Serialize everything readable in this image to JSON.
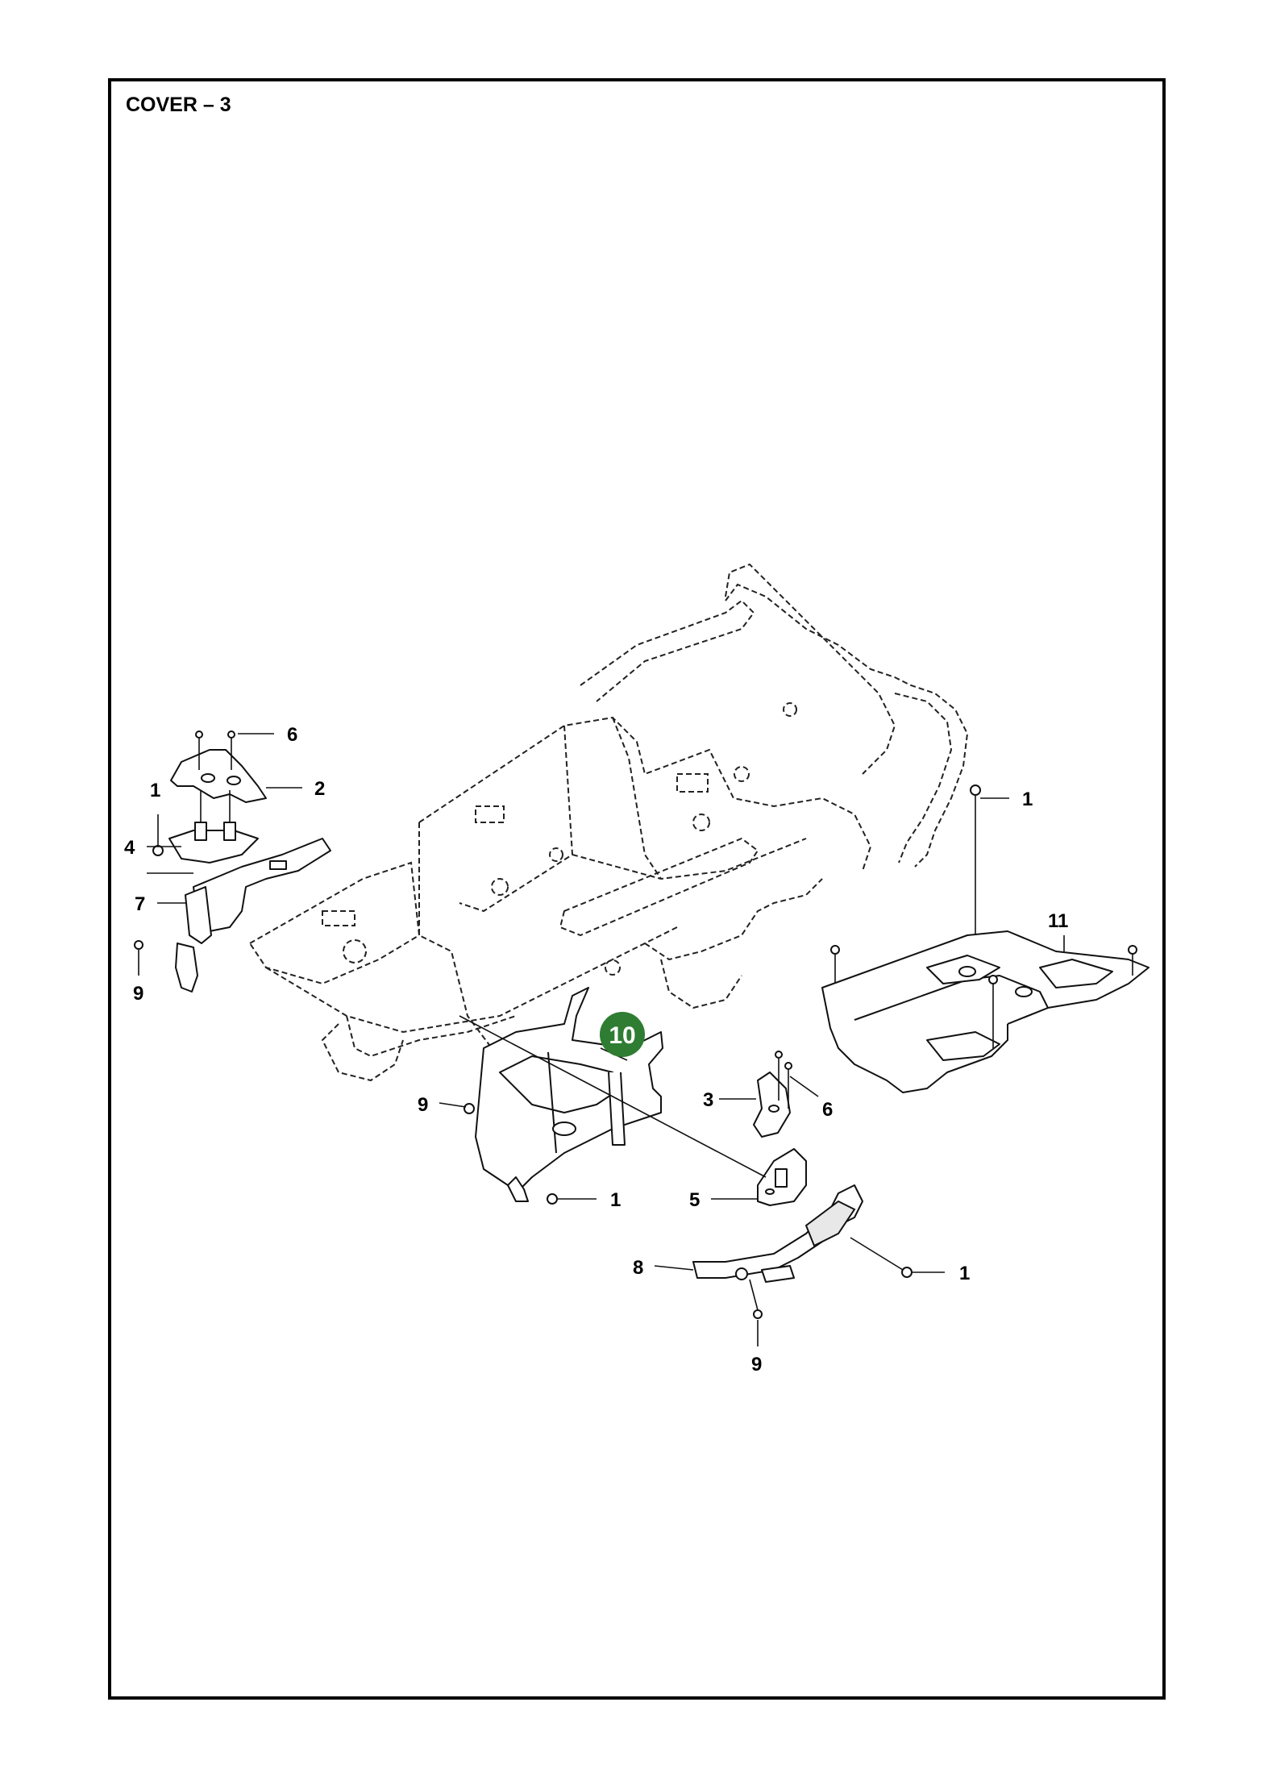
{
  "title": "COVER – 3",
  "colors": {
    "highlight": "#2e7d32",
    "line": "#111111"
  },
  "callouts": [
    {
      "id": "c1a",
      "label": "1"
    },
    {
      "id": "c1b",
      "label": "1"
    },
    {
      "id": "c1c",
      "label": "1"
    },
    {
      "id": "c1d",
      "label": "1"
    },
    {
      "id": "c2",
      "label": "2"
    },
    {
      "id": "c3",
      "label": "3"
    },
    {
      "id": "c4",
      "label": "4"
    },
    {
      "id": "c5",
      "label": "5"
    },
    {
      "id": "c6a",
      "label": "6"
    },
    {
      "id": "c6b",
      "label": "6"
    },
    {
      "id": "c7",
      "label": "7"
    },
    {
      "id": "c8",
      "label": "8"
    },
    {
      "id": "c9a",
      "label": "9"
    },
    {
      "id": "c9b",
      "label": "9"
    },
    {
      "id": "c9c",
      "label": "9"
    },
    {
      "id": "c10",
      "label": "10",
      "highlighted": true
    },
    {
      "id": "c11",
      "label": "11"
    }
  ]
}
